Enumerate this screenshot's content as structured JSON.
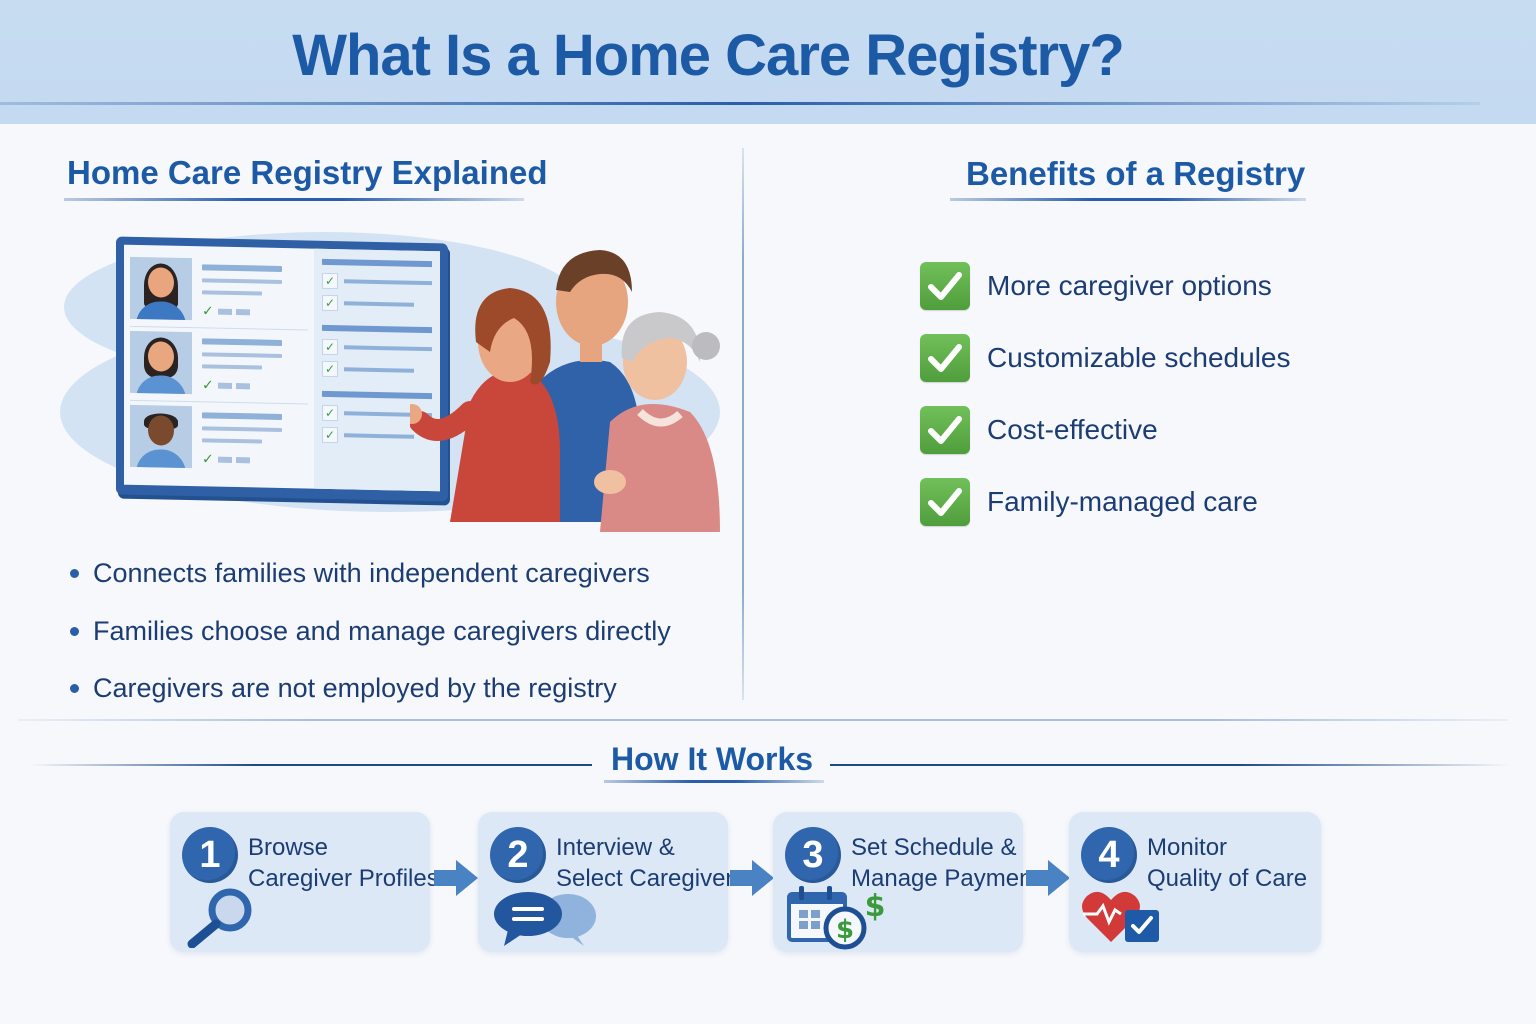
{
  "header": {
    "title": "What Is a Home Care Registry?"
  },
  "left_section": {
    "title": "Home Care Registry Explained",
    "illustration": {
      "description": "Family of three viewing a screen of caregiver profiles with checklists",
      "profiles": 3
    },
    "bullets": [
      "Connects families with independent caregivers",
      "Families choose and manage caregivers directly",
      "Caregivers are not employed by the registry"
    ]
  },
  "right_section": {
    "title": "Benefits of a Registry",
    "benefits": [
      {
        "icon": "green-check-icon",
        "label": "More caregiver options"
      },
      {
        "icon": "green-check-icon",
        "label": "Customizable schedules"
      },
      {
        "icon": "green-check-icon",
        "label": "Cost-effective"
      },
      {
        "icon": "green-check-icon",
        "label": "Family-managed care"
      }
    ]
  },
  "how_it_works": {
    "title": "How It Works",
    "steps": [
      {
        "number": "1",
        "line1": "Browse",
        "line2": "Caregiver Profiles",
        "icon": "magnifier-icon"
      },
      {
        "number": "2",
        "line1": "Interview &",
        "line2": "Select Caregiver",
        "icon": "chat-bubbles-icon"
      },
      {
        "number": "3",
        "line1": "Set Schedule &",
        "line2": "Manage Payments",
        "icon": "calendar-dollar-icon"
      },
      {
        "number": "4",
        "line1": "Monitor",
        "line2": "Quality of Care",
        "icon": "heart-check-icon"
      }
    ]
  },
  "colors": {
    "header_bg": "#c6dbf1",
    "title_blue": "#1d5aa6",
    "text_navy": "#1c3d73",
    "check_green": "#5aaa45",
    "step_bg": "#dce8f6",
    "step_number_bg": "#2f66ad",
    "arrow_blue": "#4a83c4",
    "heart_red": "#d23a3a"
  }
}
